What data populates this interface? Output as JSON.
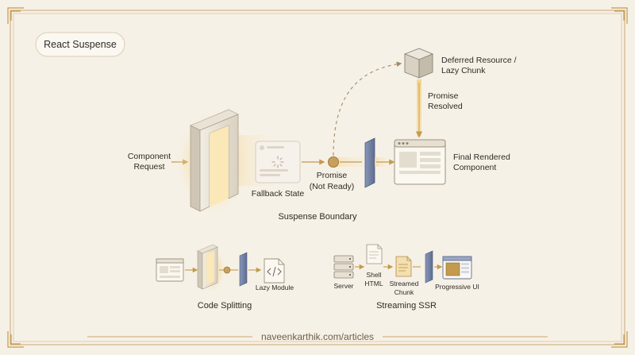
{
  "badge": {
    "title": "React Suspense"
  },
  "main": {
    "component_request": [
      "Component",
      "Request"
    ],
    "fallback_state": "Fallback State",
    "promise_not_ready": [
      "Promise",
      "(Not Ready)"
    ],
    "deferred_resource": [
      "Deferred Resource /",
      "Lazy Chunk"
    ],
    "promise_resolved": [
      "Promise",
      "Resolved"
    ],
    "final_rendered": [
      "Final Rendered",
      "Component"
    ],
    "suspense_boundary": "Suspense Boundary"
  },
  "code_splitting": {
    "lazy_module": "Lazy Module",
    "caption": "Code Splitting"
  },
  "streaming_ssr": {
    "server": "Server",
    "shell_html": [
      "Shell",
      "HTML"
    ],
    "streamed_chunk": [
      "Streamed",
      "Chunk"
    ],
    "progressive_ui": "Progressive UI",
    "caption": "Streaming SSR"
  },
  "footer": {
    "url": "naveenkarthik.com/articles"
  },
  "colors": {
    "background": "#f6f1e6",
    "frame": "#c9a874",
    "glow": "#f3d58e",
    "accent": "#c49a4e"
  }
}
